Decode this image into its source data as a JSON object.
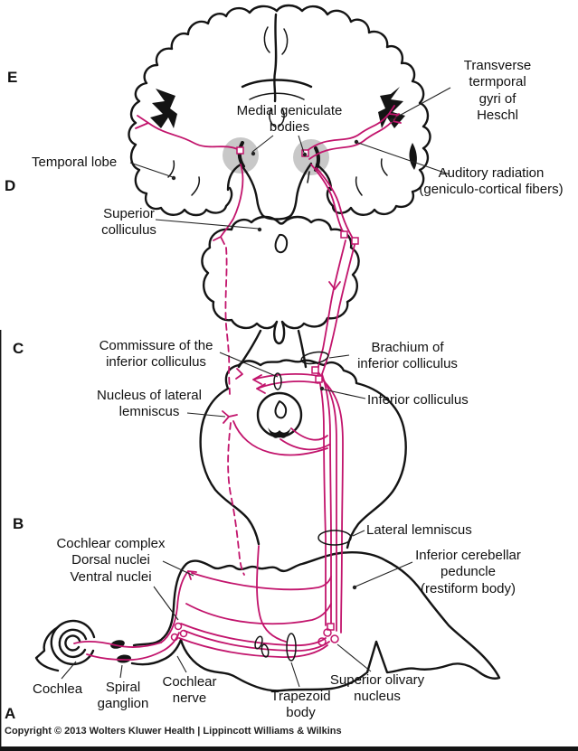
{
  "figure": {
    "section_letters": [
      "E",
      "D",
      "C",
      "B",
      "A"
    ],
    "labels": {
      "medial_geniculate_bodies": "Medial geniculate\nbodies",
      "transverse_temporal_gyri": "Transverse\ntermporal\ngyri of\nHeschl",
      "temporal_lobe": "Temporal lobe",
      "auditory_radiation": "Auditory radiation\n(geniculo-cortical fibers)",
      "superior_colliculus": "Superior\ncolliculus",
      "commissure_inferior_colliculus": "Commissure of the\ninferior colliculus",
      "brachium_inferior_colliculus": "Brachium of\ninferior colliculus",
      "nucleus_lateral_lemniscus": "Nucleus of lateral\nlemniscus",
      "inferior_colliculus": "Inferior colliculus",
      "lateral_lemniscus": "Lateral lemniscus",
      "cochlear_complex": "Cochlear complex\nDorsal nuclei\nVentral nuclei",
      "inferior_cerebellar_peduncle": "Inferior cerebellar\npeduncle\n(restiform body)",
      "cochlea": "Cochlea",
      "spiral_ganglion": "Spiral\nganglion",
      "cochlear_nerve": "Cochlear\nnerve",
      "trapezoid_body": "Trapezoid\nbody",
      "superior_olivary_nucleus": "Superior olivary\nnucleus"
    },
    "colors": {
      "pathway_magenta": "#C2146C",
      "outline_black": "#141414",
      "geniculate_gray": "#C8C8C8"
    },
    "footer": {
      "copyright": "Copyright © 2013 Wolters Kluwer Health | Lippincott Williams & Wilkins"
    }
  }
}
